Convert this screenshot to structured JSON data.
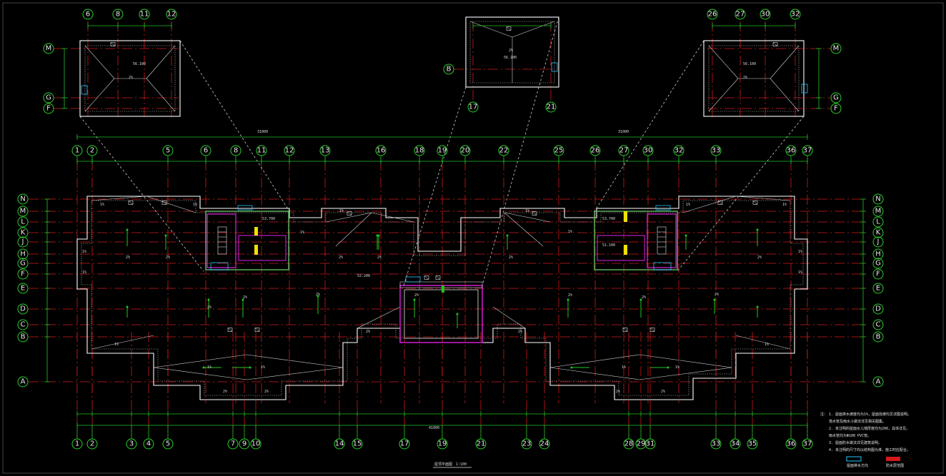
{
  "drawing": {
    "total_dimension_left": "31000",
    "total_dimension_right": "31000",
    "overall_dimension_bottom": "41000",
    "title": "屋顶平面图",
    "scale": "1:100",
    "top_axes": [
      "1",
      "2",
      "5",
      "6",
      "8",
      "11",
      "12",
      "13",
      "16",
      "18",
      "19",
      "20",
      "22",
      "25",
      "26",
      "27",
      "30",
      "32",
      "33",
      "36",
      "37"
    ],
    "bottom_axes": [
      "1",
      "2",
      "3",
      "4",
      "5",
      "7",
      "9",
      "10",
      "14",
      "15",
      "17",
      "19",
      "21",
      "23",
      "24",
      "28",
      "29",
      "31",
      "33",
      "34",
      "35",
      "36",
      "37"
    ],
    "row_axes": [
      "N",
      "M",
      "L",
      "K",
      "J",
      "H",
      "G",
      "F",
      "E",
      "D",
      "C",
      "B",
      "A"
    ],
    "inset_left_axes": [
      "6",
      "8",
      "11",
      "12"
    ],
    "inset_center_axes": [
      "17",
      "21"
    ],
    "inset_right_axes": [
      "26",
      "27",
      "30",
      "32"
    ],
    "inset_rows_left": [
      "M",
      "G",
      "F"
    ],
    "inset_rows_center": [
      "B"
    ],
    "inset_rows_right": [
      "M",
      "G",
      "F"
    ],
    "slope_labels": [
      "1%",
      "2%"
    ],
    "elevations": [
      "53.700",
      "52.200",
      "51.100",
      "56.100"
    ],
    "notes_header": "注：",
    "notes": [
      "1. 屋面排水坡度均为1%，屋面找坡均见详图说明。",
      "   落水管及雨水斗做法详见相关图集。",
      "2. 未注明的屋面女儿墙厚度均为200，具体详见。",
      "   雨水管均为Φ100 PVC管。",
      "3. 屋面防水做法详见建筑说明。",
      "4. 未注明的尺寸均以结构图为准，施工时应配合。"
    ],
    "legend": [
      "屋面排水方向",
      "防水层范围"
    ]
  }
}
